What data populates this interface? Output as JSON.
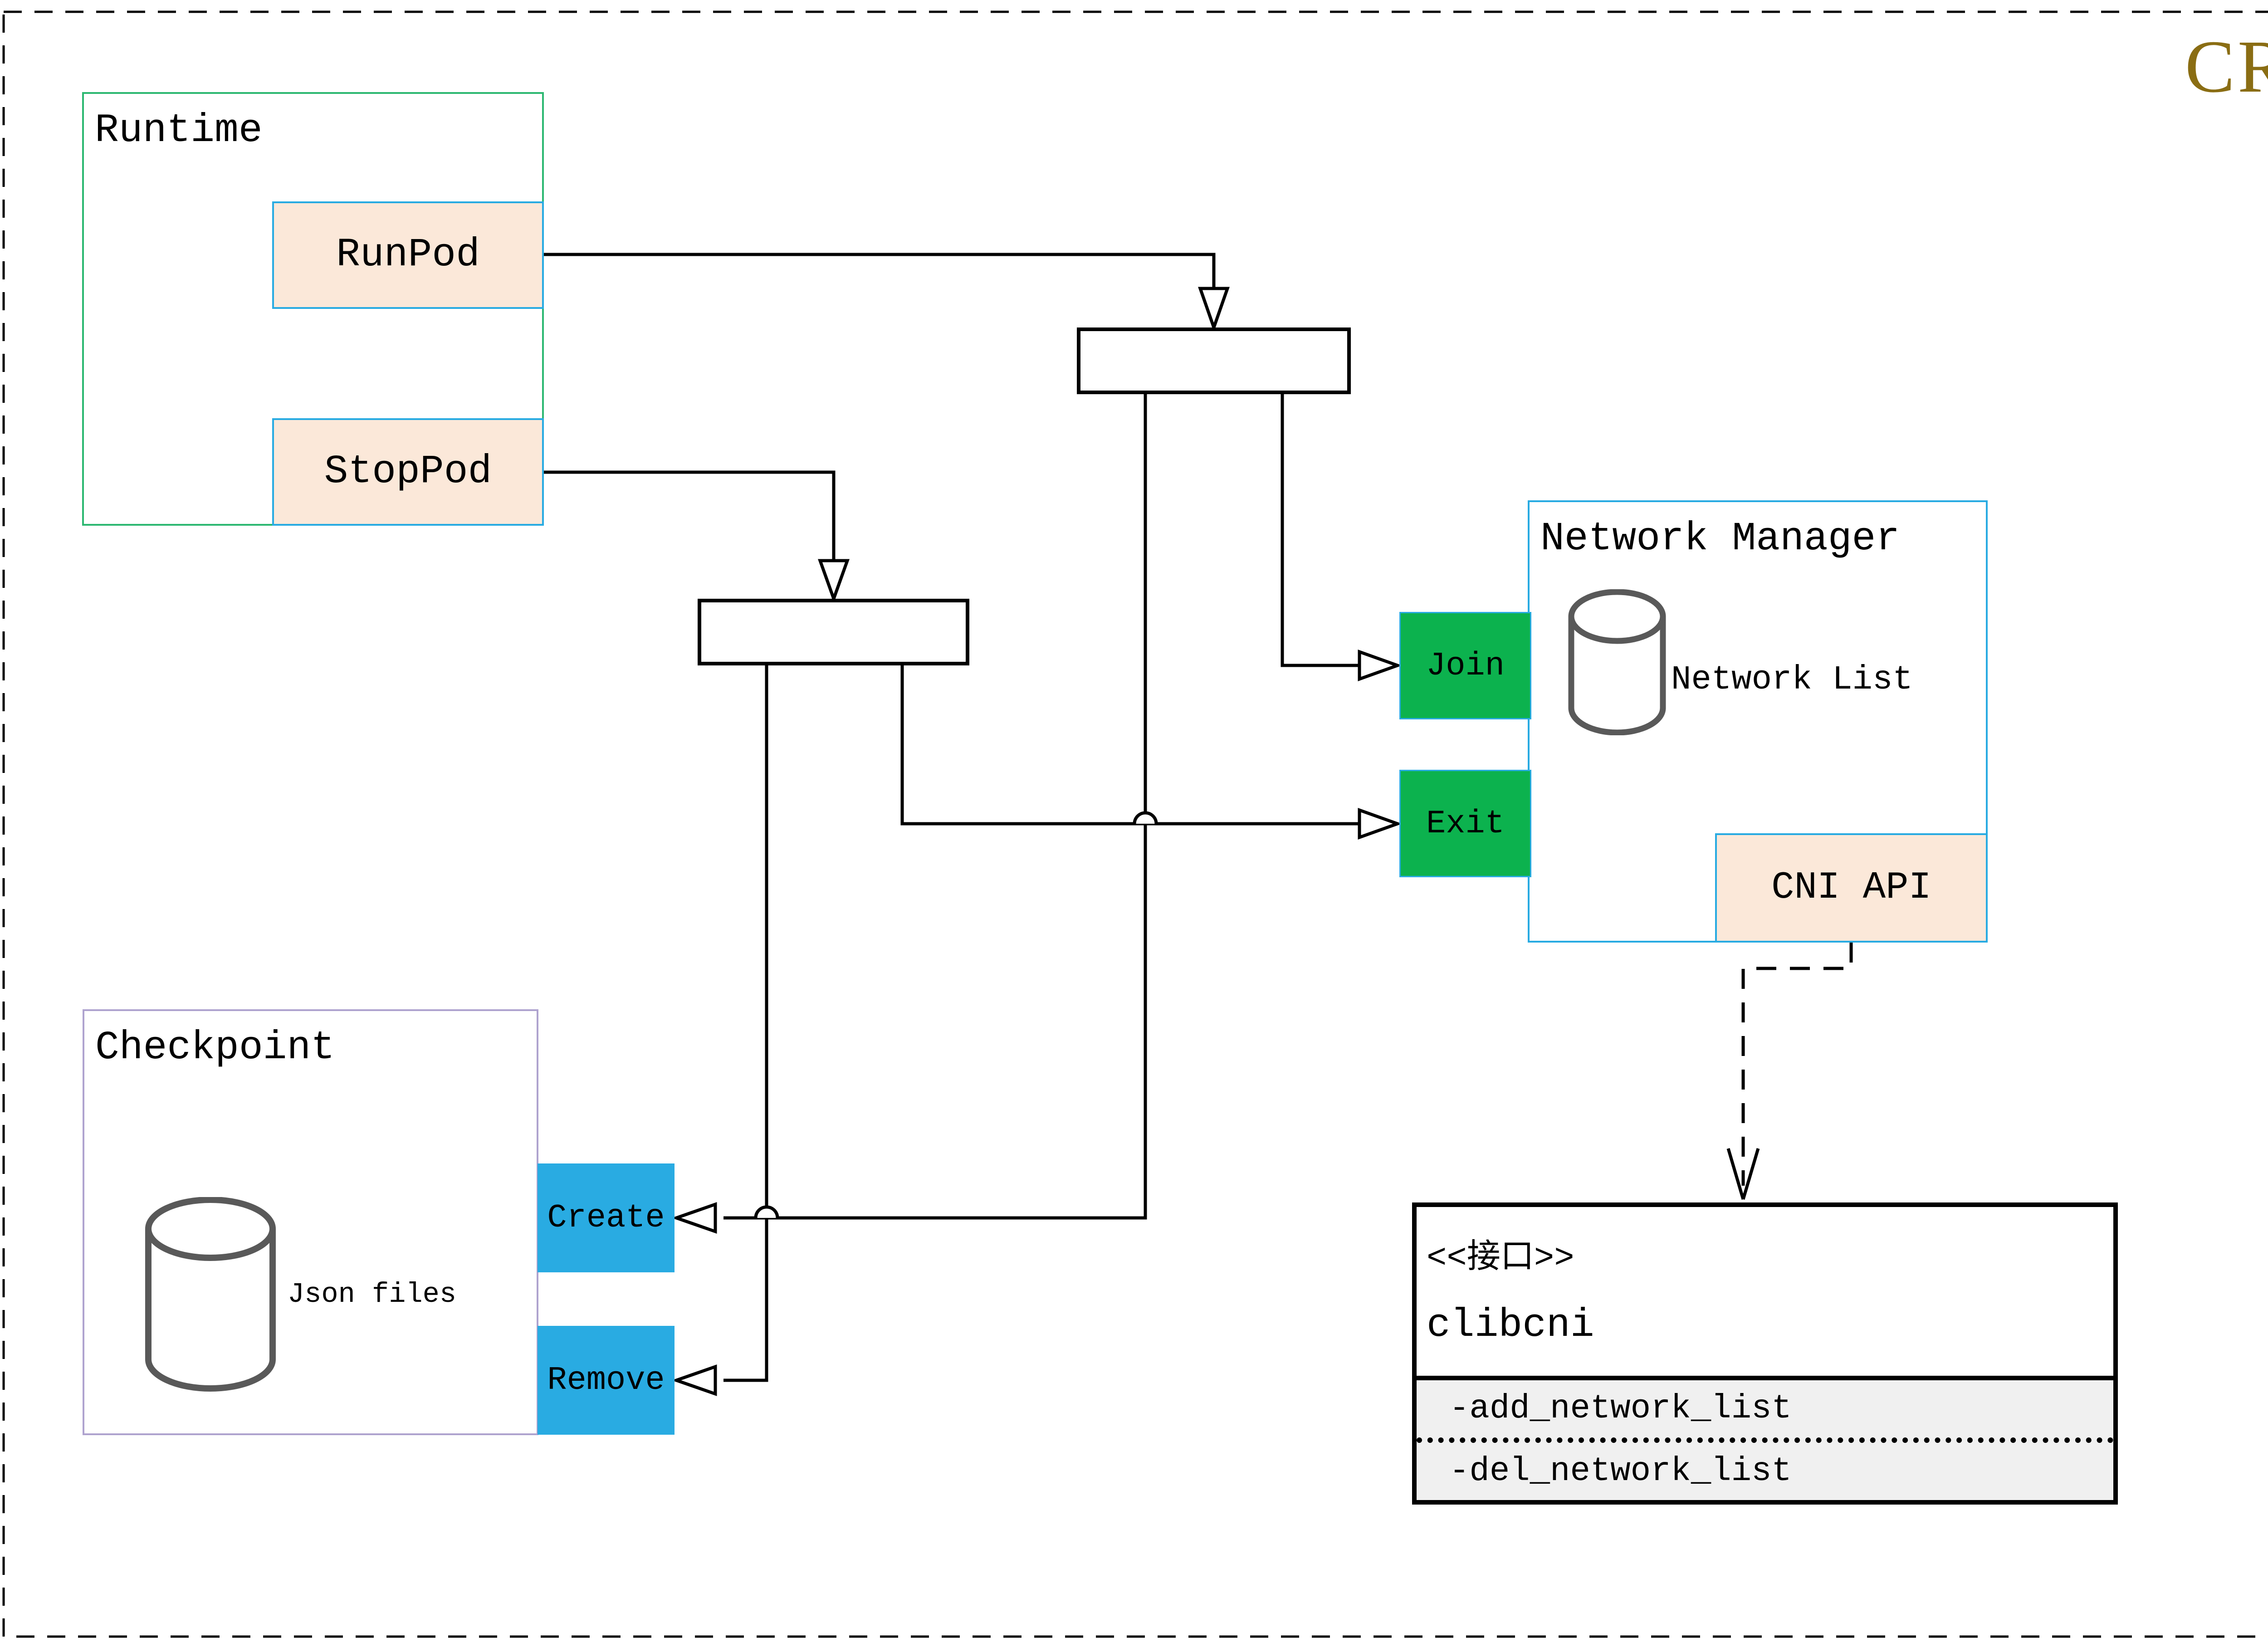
{
  "page": {
    "title_badge": "CRI"
  },
  "colors": {
    "line": "#000000",
    "cri_text": "#8A6D13",
    "peach": "#FBE8D9",
    "cyan": "#29ABE2",
    "green": "#0CB24E",
    "runtime_border": "#2EB872",
    "checkpoint_border": "#AFA3CF",
    "cylinder": "#595959",
    "attr_bg": "#F0F0F0"
  },
  "runtime": {
    "title": "Runtime",
    "buttons": [
      {
        "label": "RunPod"
      },
      {
        "label": "StopPod"
      }
    ]
  },
  "network_manager": {
    "title": "Network Manager",
    "store_label": "Network List",
    "ports": [
      {
        "label": "Join"
      },
      {
        "label": "Exit"
      }
    ],
    "api_label": "CNI API"
  },
  "checkpoint": {
    "title": "Checkpoint",
    "store_label": "Json files",
    "ports": [
      {
        "label": "Create"
      },
      {
        "label": "Remove"
      }
    ]
  },
  "interface_class": {
    "stereotype": "<<接口>>",
    "name": "clibcni",
    "methods": [
      "-add_network_list",
      "-del_network_list"
    ]
  }
}
